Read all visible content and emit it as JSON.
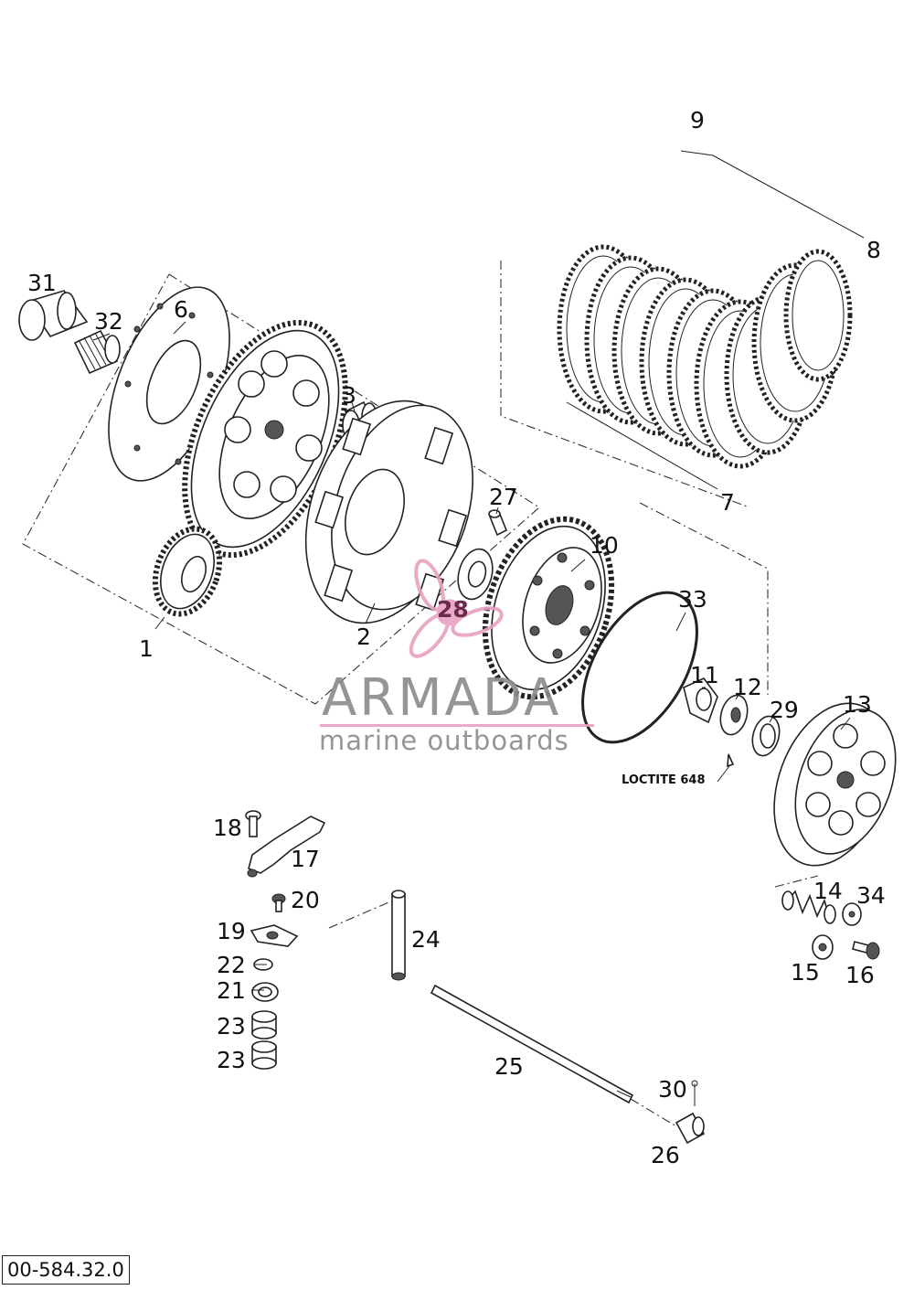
{
  "diagram": {
    "doc_number": "00-584.32.0",
    "loctite_note": "LOCTITE 648",
    "watermark": {
      "brand": "ARMADA",
      "tagline": "marine outboards",
      "accent_color": "#e8a0c0",
      "text_color": "#8a8a8a"
    },
    "callouts": [
      {
        "id": "c31",
        "text": "31"
      },
      {
        "id": "c32",
        "text": "32"
      },
      {
        "id": "c6",
        "text": "6"
      },
      {
        "id": "c3",
        "text": "3"
      },
      {
        "id": "c27",
        "text": "27"
      },
      {
        "id": "c1",
        "text": "1"
      },
      {
        "id": "c2",
        "text": "2"
      },
      {
        "id": "c28",
        "text": "28"
      },
      {
        "id": "c10",
        "text": "10"
      },
      {
        "id": "c33",
        "text": "33"
      },
      {
        "id": "c9",
        "text": "9"
      },
      {
        "id": "c8",
        "text": "8"
      },
      {
        "id": "c7",
        "text": "7"
      },
      {
        "id": "c11",
        "text": "11"
      },
      {
        "id": "c12",
        "text": "12"
      },
      {
        "id": "c29",
        "text": "29"
      },
      {
        "id": "c13",
        "text": "13"
      },
      {
        "id": "c18",
        "text": "18"
      },
      {
        "id": "c17",
        "text": "17"
      },
      {
        "id": "c20",
        "text": "20"
      },
      {
        "id": "c19",
        "text": "19"
      },
      {
        "id": "c22",
        "text": "22"
      },
      {
        "id": "c21",
        "text": "21"
      },
      {
        "id": "c23a",
        "text": "23"
      },
      {
        "id": "c23b",
        "text": "23"
      },
      {
        "id": "c24",
        "text": "24"
      },
      {
        "id": "c25",
        "text": "25"
      },
      {
        "id": "c30",
        "text": "30"
      },
      {
        "id": "c26",
        "text": "26"
      },
      {
        "id": "c14",
        "text": "14"
      },
      {
        "id": "c34",
        "text": "34"
      },
      {
        "id": "c15",
        "text": "15"
      },
      {
        "id": "c16",
        "text": "16"
      }
    ]
  }
}
